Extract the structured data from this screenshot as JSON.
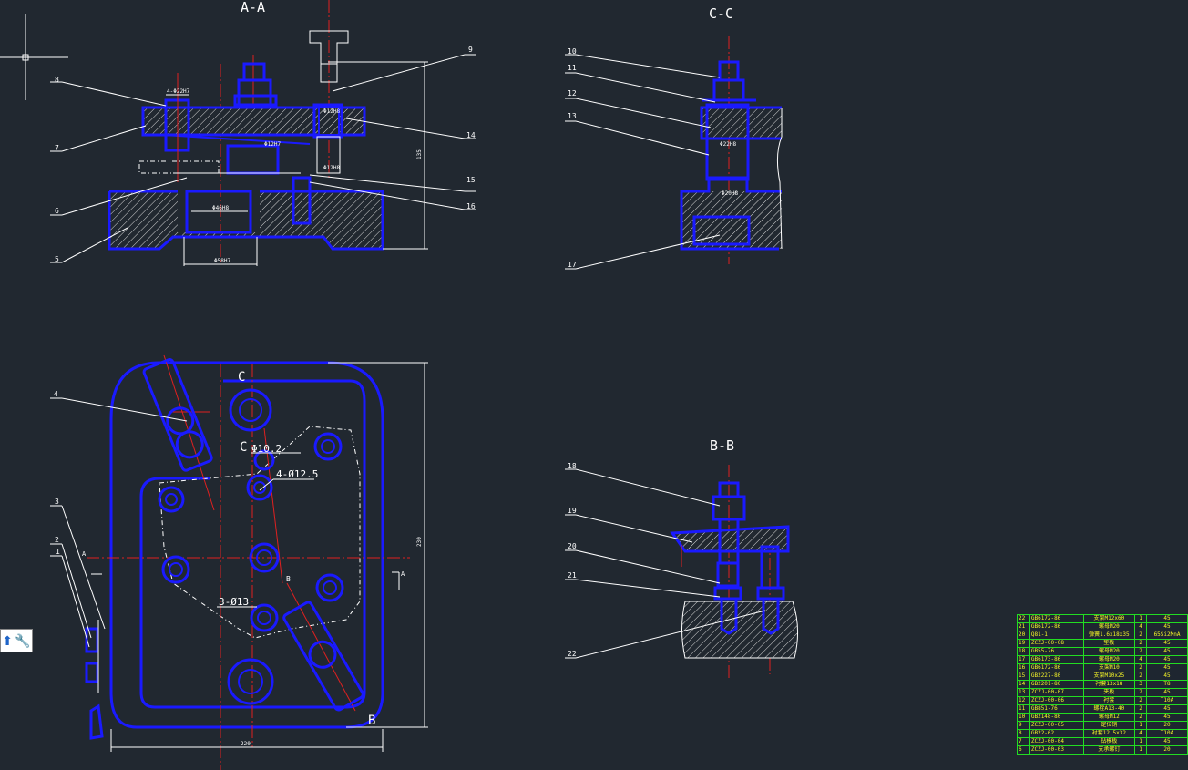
{
  "views": {
    "aa": "A-A",
    "cc": "C-C",
    "bb": "B-B"
  },
  "section_marks": {
    "c_top": "C",
    "c_mid": "C",
    "b_corner": "B",
    "b_small": "B",
    "a_left": "A",
    "a_right": "A"
  },
  "annotations": {
    "hole_102": "Φ10.2",
    "holes_125": "4-Ø12.5",
    "holes_13": "3-Ø13"
  },
  "callouts_aa": [
    "8",
    "7",
    "6",
    "5",
    "9",
    "14",
    "15",
    "16"
  ],
  "callouts_cc": [
    "10",
    "11",
    "12",
    "13",
    "17"
  ],
  "callouts_plan": [
    "4",
    "3",
    "2",
    "1"
  ],
  "callouts_bb": [
    "18",
    "19",
    "20",
    "21",
    "22"
  ],
  "bom": [
    [
      "22",
      "GB6172-86",
      "支架M12x60",
      "1",
      "45"
    ],
    [
      "21",
      "GB6172-86",
      "螺母M20",
      "4",
      "45"
    ],
    [
      "20",
      "Q81-1",
      "弹簧1.6x18x35",
      "2",
      "65Si2MnA"
    ],
    [
      "19",
      "ZCZJ-00-08",
      "垫板",
      "2",
      "45"
    ],
    [
      "18",
      "GB55-76",
      "螺母M20",
      "2",
      "45"
    ],
    [
      "17",
      "GB6173-86",
      "螺母M20",
      "4",
      "45"
    ],
    [
      "16",
      "GB6172-86",
      "支架M10",
      "2",
      "45"
    ],
    [
      "15",
      "GB2227-80",
      "支架M10x25",
      "2",
      "45"
    ],
    [
      "14",
      "GB2201-80",
      "衬套13x18",
      "3",
      "T8"
    ],
    [
      "13",
      "ZCZJ-00-07",
      "夹板",
      "2",
      "45"
    ],
    [
      "12",
      "ZCZJ-00-06",
      "衬套",
      "2",
      "T10A"
    ],
    [
      "11",
      "GB851-76",
      "螺栓A13-40",
      "2",
      "45"
    ],
    [
      "10",
      "GB2148-80",
      "螺母M12",
      "2",
      "45"
    ],
    [
      "9",
      "ZCZJ-00-05",
      "定位销",
      "1",
      "20"
    ],
    [
      "8",
      "GB22-62",
      "衬套12.5x32",
      "4",
      "T10A"
    ],
    [
      "7",
      "ZCZJ-00-04",
      "钻模板",
      "1",
      "45"
    ],
    [
      "6",
      "ZCZJ-00-03",
      "支承螺钉",
      "1",
      "20"
    ]
  ],
  "colors": {
    "background": "#212830",
    "part_outline": "#1a1aff",
    "centerline": "#e02020",
    "dimension": "#ffffff",
    "table_grid": "#22dd22",
    "table_text": "#f5f528"
  },
  "icons": [
    "arrow-up-icon",
    "wrench-icon"
  ]
}
